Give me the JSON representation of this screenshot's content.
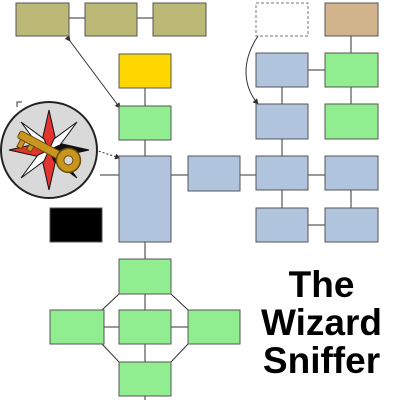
{
  "title": {
    "line1": "The",
    "line2": "Wizard",
    "line3": "Sniffer"
  },
  "colors": {
    "olive": "#bcb876",
    "gold": "#ffd700",
    "green": "#90ee90",
    "blue": "#b0c4de",
    "tan": "#d2b48c",
    "black": "#000000",
    "star_red": "#e3342f",
    "key_gold": "#c8961e"
  },
  "icons": {
    "key_medallion": "compass-star-key-icon"
  }
}
